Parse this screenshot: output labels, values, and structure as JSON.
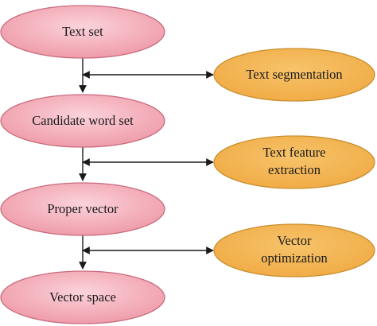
{
  "flow": {
    "steps": [
      {
        "label": "Text set"
      },
      {
        "label": "Candidate word set"
      },
      {
        "label": "Proper vector"
      },
      {
        "label": "Vector space"
      }
    ],
    "processes": [
      {
        "lines": [
          "Text segmentation"
        ]
      },
      {
        "lines": [
          "Text feature",
          "extraction"
        ]
      },
      {
        "lines": [
          "Vector",
          "optimization"
        ]
      }
    ]
  },
  "colors": {
    "step_fill": "#f2a6b3",
    "step_stroke": "#c96b7e",
    "process_fill": "#f3b452",
    "process_stroke": "#c98f2e",
    "arrow": "#1a1a1a"
  }
}
